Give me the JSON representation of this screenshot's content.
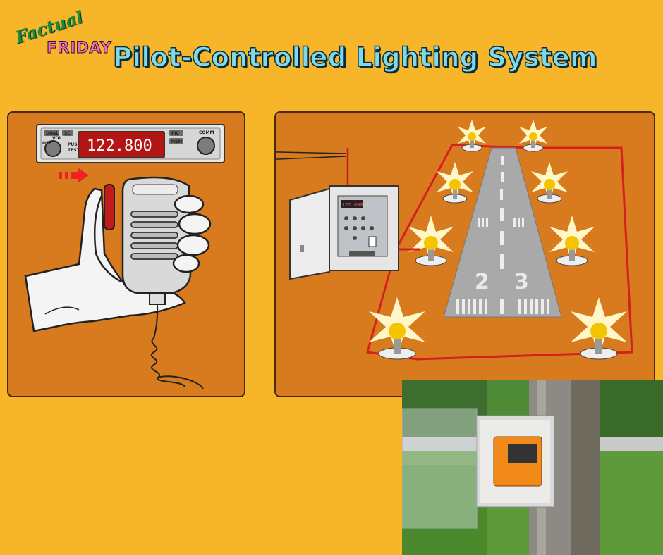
{
  "badge": {
    "script": "Factual",
    "block": "FRIDAY"
  },
  "title": "Pilot-Controlled Lighting System",
  "radio": {
    "frequency": "122.800",
    "buttons": [
      "DUAL",
      "SC",
      "PIC",
      "MEM"
    ],
    "knob_labels": [
      "VOL",
      "OFF",
      "PUSH",
      "TEST",
      "COMM"
    ]
  },
  "runway": {
    "number_left": "2",
    "number_right": "3"
  },
  "controller": {
    "display": "122.800"
  },
  "colors": {
    "background": "#f7b52a",
    "panel": "#d87b1f",
    "title": "#7fd9e6",
    "circuit": "#d6201f",
    "frequency": "#e23131"
  }
}
